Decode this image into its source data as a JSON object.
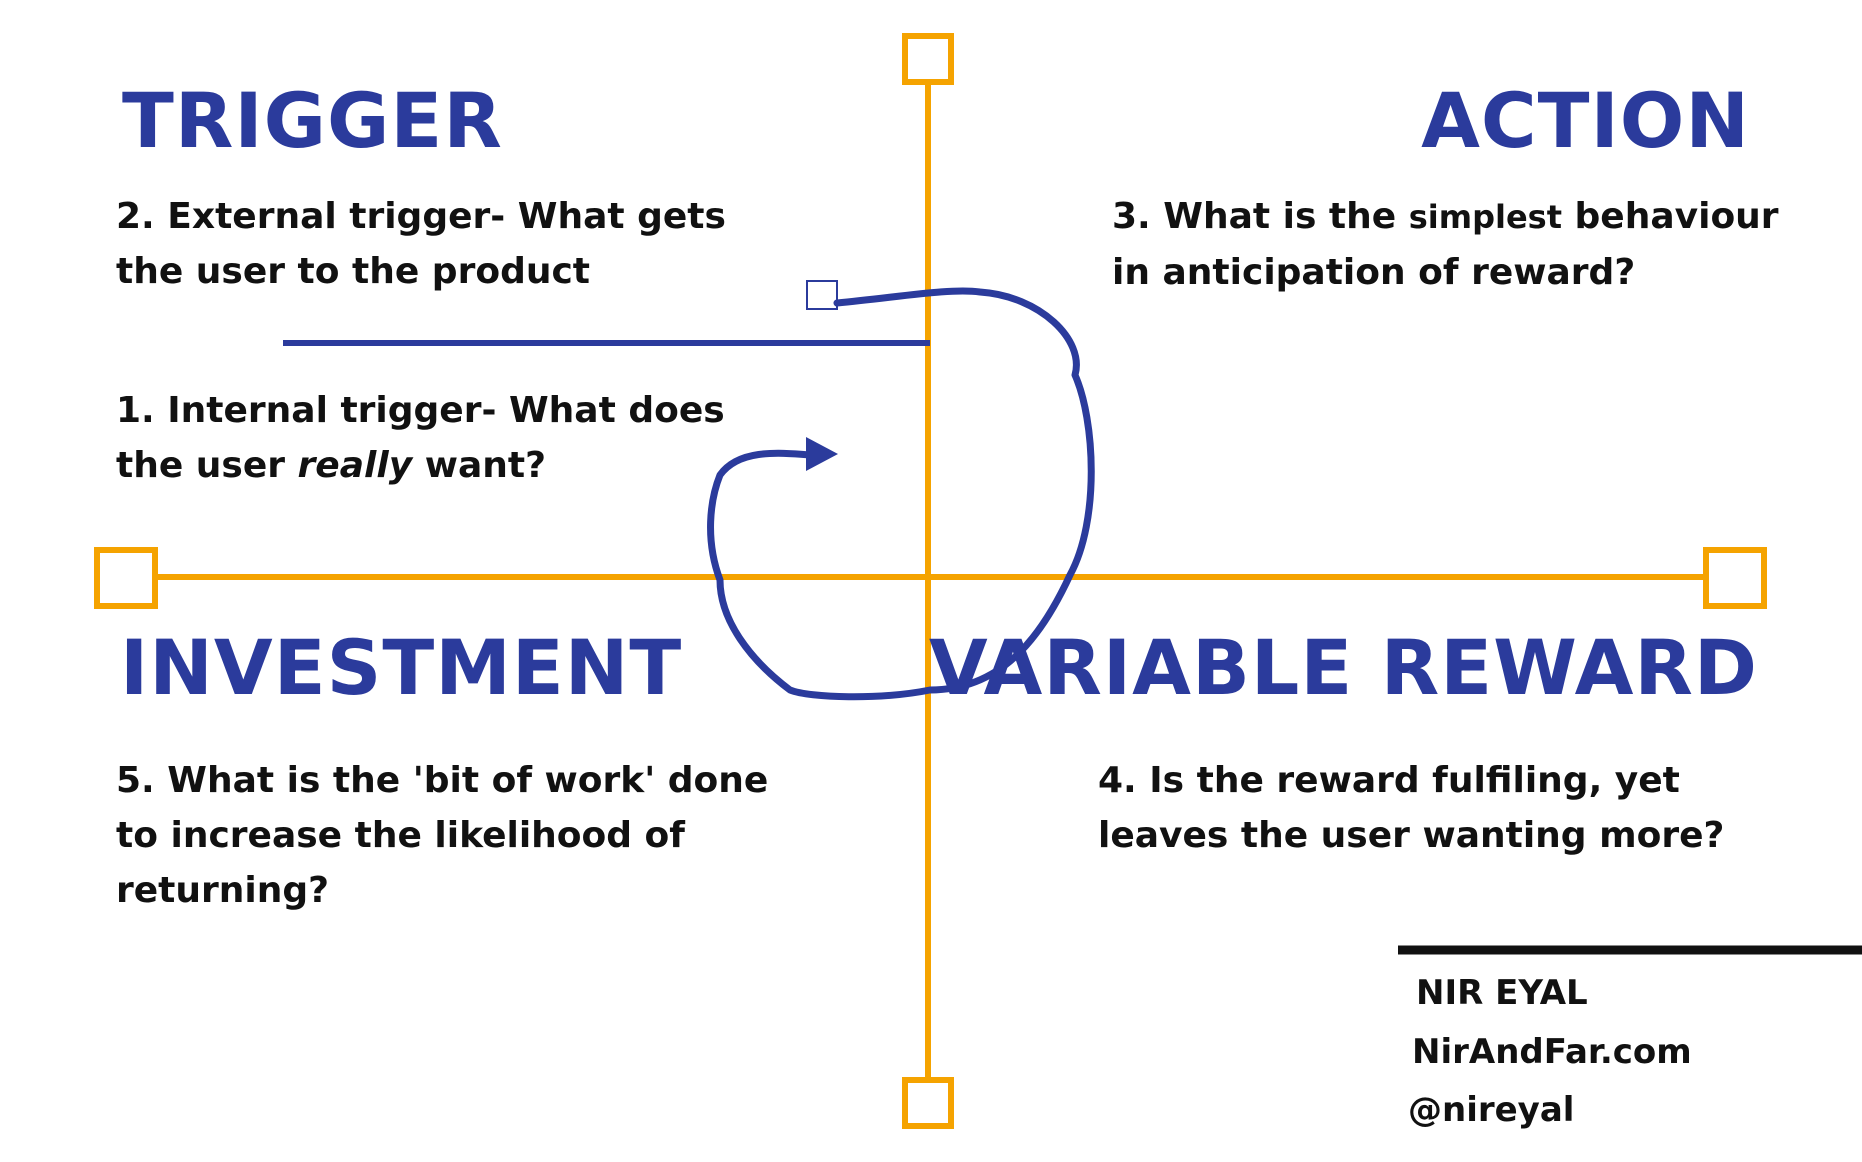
{
  "colors": {
    "axis": "#f5a300",
    "accent": "#2b3b9c",
    "text": "#111111"
  },
  "quadrants": {
    "trigger": {
      "title": "TRIGGER",
      "external": {
        "text_a": "2. External trigger-  What gets",
        "text_b": "the user to the product"
      },
      "internal": {
        "text_a": "1. Internal trigger-  What does",
        "text_b1": "the user ",
        "text_b_em": "really",
        "text_b2": " want?"
      }
    },
    "action": {
      "title": "ACTION",
      "text_a1": "3. What is the ",
      "text_a_small": "simplest",
      "text_a2": " behaviour",
      "text_b": "in anticipation of reward?"
    },
    "investment": {
      "title": "INVESTMENT",
      "text_a": "5. What is the 'bit of work' done",
      "text_b": "to increase the likelihood of",
      "text_c": "returning?"
    },
    "variable_reward": {
      "title": "VARIABLE REWARD",
      "text_a": "4. Is the reward fulfiling, yet",
      "text_b": "leaves the user wanting more?"
    }
  },
  "credits": {
    "name": "NIR EYAL",
    "website": "NirAndFar.com",
    "handle": "@nireyal"
  }
}
